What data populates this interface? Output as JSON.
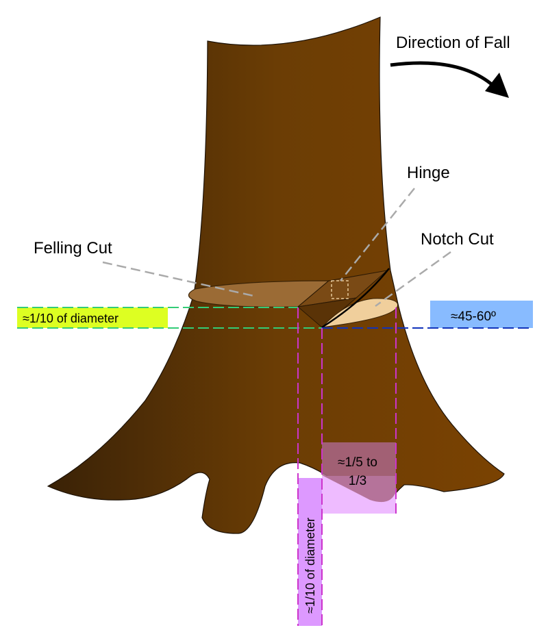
{
  "labels": {
    "direction_of_fall": "Direction of Fall",
    "hinge": "Hinge",
    "felling_cut": "Felling Cut",
    "notch_cut": "Notch Cut",
    "tenth_diameter_horizontal": "≈1/10 of diameter",
    "notch_angle": "≈45-60º",
    "fifth_to_third_line1": "≈1/5 to",
    "fifth_to_third_line2": "1/3",
    "tenth_diameter_vertical": "≈1/10 of diameter"
  },
  "colors": {
    "trunk_dark": "#3a2206",
    "trunk_mid": "#6b3d05",
    "trunk_light": "#7a4202",
    "felling_cut_face": "#9b6b35",
    "notch_face": "#f0cf9c",
    "leader_gray": "#aaaaaa",
    "green_guide": "#33cc77",
    "blue_guide": "#1133bb",
    "magenta_guide": "#cc33cc",
    "yellow_box": "#ddff22",
    "blue_box": "#88bbff",
    "pink_box": "#eebbff",
    "violet_box": "#dd99ff",
    "mauve_box": "#aa6688"
  }
}
